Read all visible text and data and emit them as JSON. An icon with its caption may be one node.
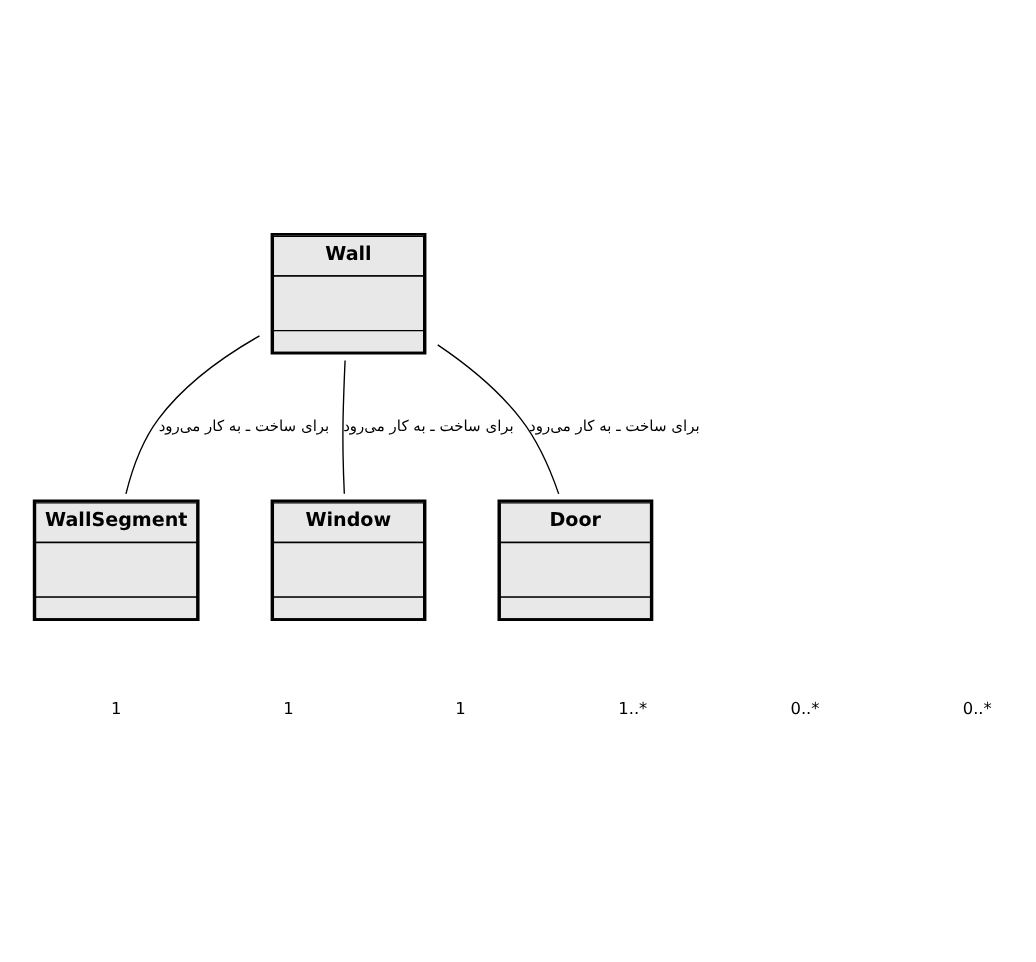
{
  "diagram": {
    "nodes": [
      {
        "text": [
          "Wall"
        ]
      },
      {
        "text": [
          "WallSegment"
        ]
      },
      {
        "text": [
          "Window"
        ]
      },
      {
        "text": [
          "Door"
        ]
      }
    ],
    "edges": [
      {
        "from": 0,
        "to": 1,
        "arrow": "none",
        "label": "برای ساخت ـ به کار می‌رود"
      },
      {
        "from": 0,
        "to": 2,
        "arrow": "none",
        "label": "برای ساخت ـ به کار می‌رود"
      },
      {
        "from": 0,
        "to": 3,
        "arrow": "none",
        "label": "برای ساخت ـ به کار می‌رود"
      }
    ],
    "labels": [
      "1",
      "1",
      "1",
      "1..*",
      "0..*",
      "0..*"
    ]
  }
}
